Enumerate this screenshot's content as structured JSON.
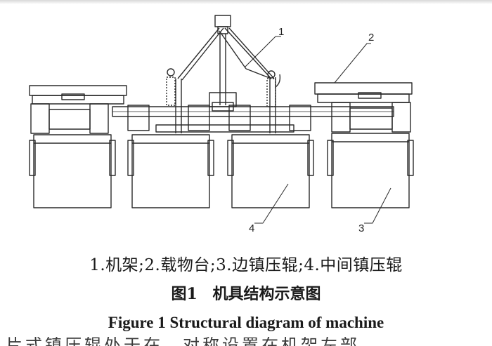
{
  "labels": {
    "frame": "1",
    "platform": "2",
    "side_roller": "3",
    "middle_roller": "4"
  },
  "caption": {
    "legend": "1.机架;2.载物台;3.边镇压辊;4.中间镇压辊",
    "figure_cn": "图1 机具结构示意图",
    "figure_en": "Figure 1 Structural diagram of machine"
  },
  "bottom_fragment": "片式镇压辊处于在，对称设置在机架左部"
}
